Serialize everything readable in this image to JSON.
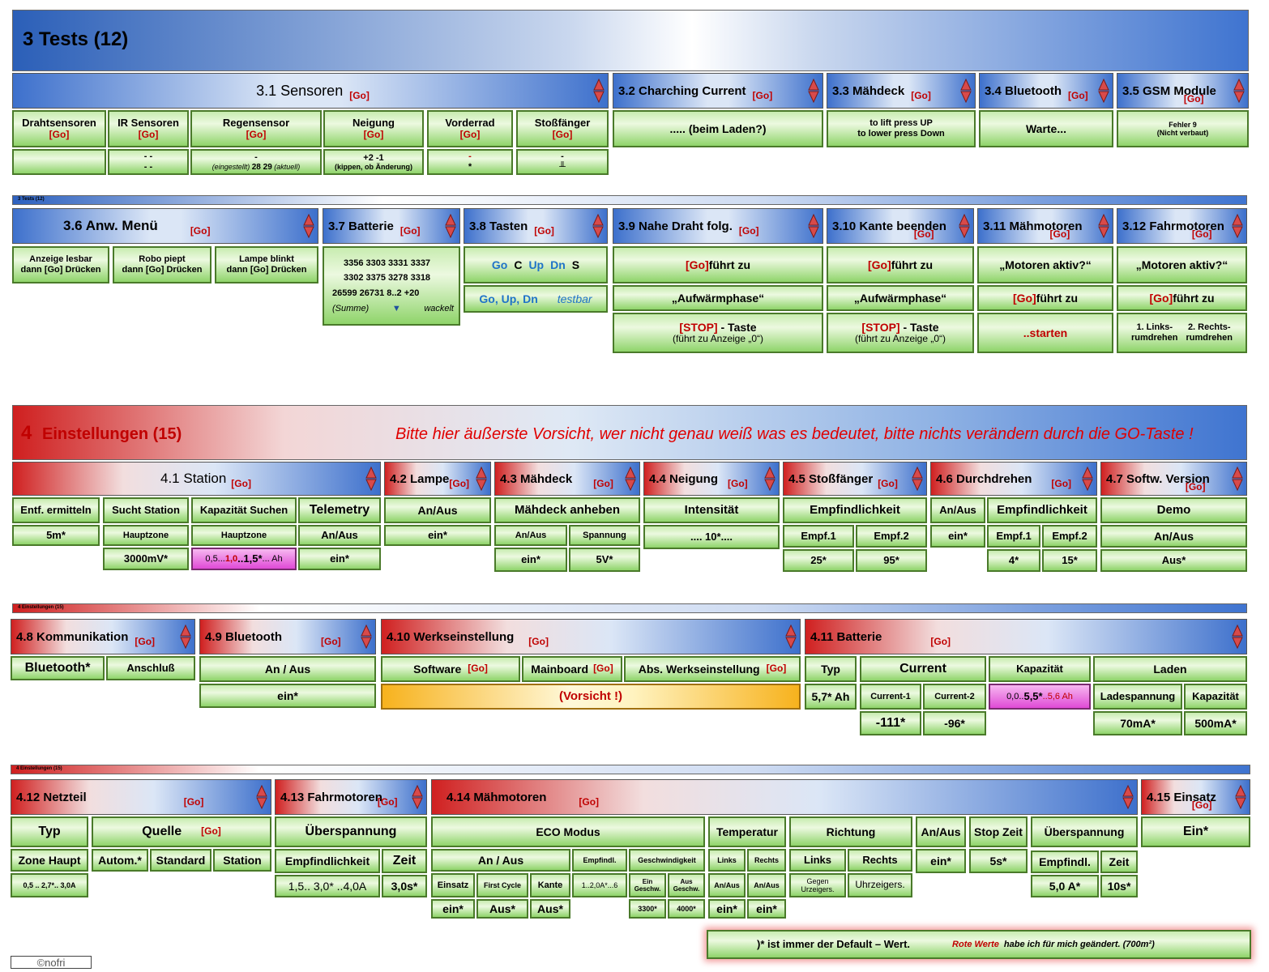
{
  "tests": {
    "title": "3  Tests  (12)",
    "mini_title": "3  Tests  (12)",
    "go": "[Go]",
    "s31": {
      "title": "3.1  Sensoren",
      "cols": [
        {
          "name": "Drahtsensoren",
          "go": "[Go]",
          "v": ""
        },
        {
          "name": "IR Sensoren",
          "go": "[Go]",
          "v1": "- -",
          "v2": "- -"
        },
        {
          "name": "Regensensor",
          "go": "[Go]",
          "v1": "-",
          "v2a": "(eingestellt)",
          "v2b": "28  29",
          "v2c": "(aktuell)"
        },
        {
          "name": "Neigung",
          "go": "[Go]",
          "v1": "+2  -1",
          "v2": "(kippen, ob Änderung)"
        },
        {
          "name": "Vorderrad",
          "go": "[Go]",
          "v1": "-",
          "v2": "*"
        },
        {
          "name": "Stoßfänger",
          "go": "[Go]",
          "v1": "-",
          "v2": "╨"
        }
      ]
    },
    "s32": {
      "title": "3.2  Charching Current",
      "val": "..... (beim Laden?)"
    },
    "s33": {
      "title": "3.3  Mähdeck",
      "val1": "to lift press UP",
      "val2": "to lower press Down"
    },
    "s34": {
      "title": "3.4  Bluetooth",
      "val": "Warte..."
    },
    "s35": {
      "title": "3.5  GSM Module",
      "val1": "Fehler 9",
      "val2": "(Nicht verbaut)"
    },
    "s36": {
      "title": "3.6  Anw. Menü",
      "c1a": "Anzeige lesbar",
      "c1b": "dann [Go] Drücken",
      "c2a": "Robo piept",
      "c2b": "dann [Go] Drücken",
      "c3a": "Lampe blinkt",
      "c3b": "dann [Go] Drücken"
    },
    "s37": {
      "title": "3.7  Batterie",
      "r1": "3356   3303  3331  3337",
      "r2": "3302   3375  3278  3318",
      "r3": "26599  26731  8..2   +20",
      "r4a": "(Summe)",
      "r4b": "wackelt"
    },
    "s38": {
      "title": "3.8  Tasten",
      "r1a": "Go",
      "r1b": "C",
      "r1c": "Up",
      "r1d": "Dn",
      "r1e": "S",
      "r2a": "Go,  Up,  Dn",
      "r2b": "testbar"
    },
    "s39": {
      "title": "3.9  Nahe Draht folg.",
      "r1a": "[Go]",
      "r1b": " führt zu",
      "r2": "„Aufwärmphase“",
      "r3a": "[STOP]",
      "r3b": " - Taste",
      "r3c": "(führt zu Anzeige „0“)"
    },
    "s310": {
      "title": "3.10  Kante beenden",
      "r1a": "[Go]",
      "r1b": " führt zu",
      "r2": "„Aufwärmphase“",
      "r3a": "[STOP]",
      "r3b": " - Taste",
      "r3c": "(führt zu Anzeige „0“)"
    },
    "s311": {
      "title": "3.11  Mähmotoren",
      "r1": "„Motoren aktiv?“",
      "r2a": "[Go]",
      "r2b": " führt zu",
      "r3": "..starten"
    },
    "s312": {
      "title": "3.12  Fahrmotoren",
      "r1": "„Motoren aktiv?“",
      "r2a": "[Go]",
      "r2b": " führt zu",
      "r3a": "1. Links-",
      "r3b": "rumdrehen",
      "r3c": "2. Rechts-",
      "r3d": "rumdrehen"
    }
  },
  "settings": {
    "title_num": "4",
    "title": "Einstellungen  (15)",
    "warning": "Bitte hier äußerste Vorsicht, wer nicht genau weiß was es bedeutet, bitte nichts verändern durch die GO-Taste !",
    "mini_title": "4 Einstellungen  (15)",
    "s41": {
      "title": "4.1  Station",
      "c1": "Entf. ermitteln",
      "c1v": "5m*",
      "c2": "Sucht Station",
      "c2v": "Hauptzone",
      "c2w": "3000mV*",
      "c3": "Kapazität Suchen",
      "c3v": "Hauptzone",
      "c3wa": "0,5... ",
      "c3wb": "1,0",
      "c3wc": " ..1,5*",
      "c3wd": "... Ah",
      "c4": "Telemetry",
      "c4v": "An/Aus",
      "c4w": "ein*"
    },
    "s42": {
      "title": "4.2  Lampe",
      "c1": "An/Aus",
      "c1v": "ein*"
    },
    "s43": {
      "title": "4.3  Mähdeck",
      "c1": "Mähdeck anheben",
      "c2": "An/Aus",
      "c2v": "ein*",
      "c3": "Spannung",
      "c3v": "5V*"
    },
    "s44": {
      "title": "4.4  Neigung",
      "c1": "Intensität",
      "c1v": ".... 10*...."
    },
    "s45": {
      "title": "4.5  Stoßfänger",
      "c1": "Empfindlichkeit",
      "c2": "Empf.1",
      "c2v": "25*",
      "c3": "Empf.2",
      "c3v": "95*"
    },
    "s46": {
      "title": "4.6  Durchdrehen",
      "c0": "An/Aus",
      "c0v": "ein*",
      "c1": "Empfindlichkeit",
      "c2": "Empf.1",
      "c2v": "4*",
      "c3": "Empf.2",
      "c3v": "15*"
    },
    "s47": {
      "title": "4.7  Softw. Version",
      "c1": "Demo",
      "c1v": "An/Aus",
      "c1w": "Aus*"
    },
    "s48": {
      "title": "4.8  Kommunikation",
      "c1": "Bluetooth*",
      "c2": "Anschluß"
    },
    "s49": {
      "title": "4.9  Bluetooth",
      "c1": "An / Aus",
      "c1v": "ein*"
    },
    "s410": {
      "title": "4.10  Werkseinstellung",
      "c1": "Software",
      "c2": "Mainboard",
      "c3": "Abs. Werkseinstellung",
      "warn": "(Vorsicht !)"
    },
    "s411": {
      "title": "4.11  Batterie",
      "c1": "Typ",
      "c1v": "5,7* Ah",
      "c2": "Current",
      "c2a": "Current-1",
      "c2av": "-111*",
      "c2b": "Current-2",
      "c2bv": "-96*",
      "c3": "Kapazität",
      "c3va": "0,0.. ",
      "c3vb": "5,5*",
      "c3vc": "..5,6 Ah",
      "c4": "Laden",
      "c4a": "Ladespannung",
      "c4av": "70mA*",
      "c4b": "Kapazität",
      "c4bv": "500mA*"
    },
    "s412": {
      "title": "4.12  Netzteil",
      "c1": "Typ",
      "c1v": "Zone Haupt",
      "c1w": "0,5 .. 2,7*.. 3,0A",
      "c2": "Quelle",
      "c2a": "Autom.*",
      "c2b": "Standard",
      "c2c": "Station"
    },
    "s413": {
      "title": "4.13  Fahrmotoren",
      "c1": "Überspannung",
      "c2": "Empfindlichkeit",
      "c2v": "1,5.. 3,0* ..4,0A",
      "c3": "Zeit",
      "c3v": "3,0s*"
    },
    "s414": {
      "title": "4.14  Mähmotoren",
      "eco": "ECO Modus",
      "anaus": "An / Aus",
      "einsatz": "Einsatz",
      "einsatz_v": "ein*",
      "fc": "First Cycle",
      "fc_v": "Aus*",
      "kante": "Kante",
      "kante_v": "Aus*",
      "empf": "Empfindl.",
      "empf_v": "1..2,0A*...6",
      "gesch": "Geschwindigkeit",
      "ein_g": "Ein Geschw.",
      "ein_gv": "3300*",
      "aus_g": "Aus Geschw.",
      "aus_gv": "4000*",
      "temp": "Temperatur",
      "links": "Links",
      "rechts": "Rechts",
      "t_l": "An/Aus",
      "t_r": "An/Aus",
      "t_lv": "ein*",
      "t_rv": "ein*",
      "richt": "Richtung",
      "r_l": "Links",
      "r_r": "Rechts",
      "r_lv": "Gegen Urzeigers.",
      "r_rv": "Uhrzeigers.",
      "anaus2": "An/Aus",
      "anaus2_v": "ein*",
      "stop": "Stop Zeit",
      "stop_v": "5s*",
      "ueber": "Überspannung",
      "u_e": "Empfindl.",
      "u_ev": "5,0 A*",
      "u_z": "Zeit",
      "u_zv": "10s*"
    },
    "s415": {
      "title": "4.15  Einsatz",
      "c1": "Ein*"
    }
  },
  "legend": {
    "a": ")*   ist immer der Default – Wert.",
    "b": "Rote Werte",
    "c": " habe ich für mich geändert. (700m²)"
  },
  "credit": "©nofri"
}
